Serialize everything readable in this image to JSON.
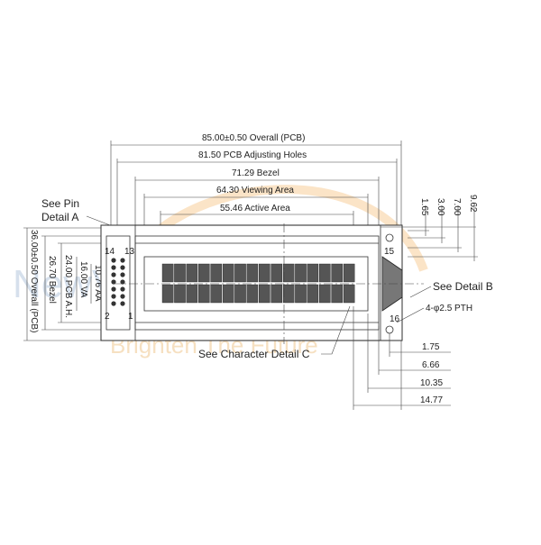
{
  "watermark": {
    "brand": "NewVision Display",
    "tagline": "Brighten The Future",
    "arc_color": "#f3b35e",
    "text_color": "#c9d6e6"
  },
  "dimensions": {
    "overall_pcb": "85.00±0.50 Overall (PCB)",
    "pcb_holes": "81.50 PCB Adjusting Holes",
    "bezel": "71.29 Bezel",
    "viewing_area": "64.30 Viewing Area",
    "active_area": "55.46 Active Area",
    "height_overall": "36.00±0.50 Overall (PCB)",
    "height_bezel": "26.70 Bezel",
    "pcb_ah": "24.00 PCB A.H.",
    "va": "16.00 VA",
    "aa": "10.76 AA",
    "top_1": "1.65",
    "top_2": "3.00",
    "top_3": "7.00",
    "top_4": "9.62",
    "bottom_1": "1.75",
    "bottom_2": "6.66",
    "bottom_3": "10.35",
    "bottom_4": "14.77"
  },
  "callouts": {
    "pin_detail_line1": "See Pin",
    "pin_detail_line2": "Detail A",
    "detail_b": "See  Detail B",
    "character_detail": "See Character Detail C",
    "holes": "4-φ2.5 PTH"
  },
  "pins": {
    "top_left": "14",
    "top_right": "13",
    "bottom_left": "2",
    "bottom_right": "1",
    "right_top": "15",
    "right_bottom": "16"
  }
}
